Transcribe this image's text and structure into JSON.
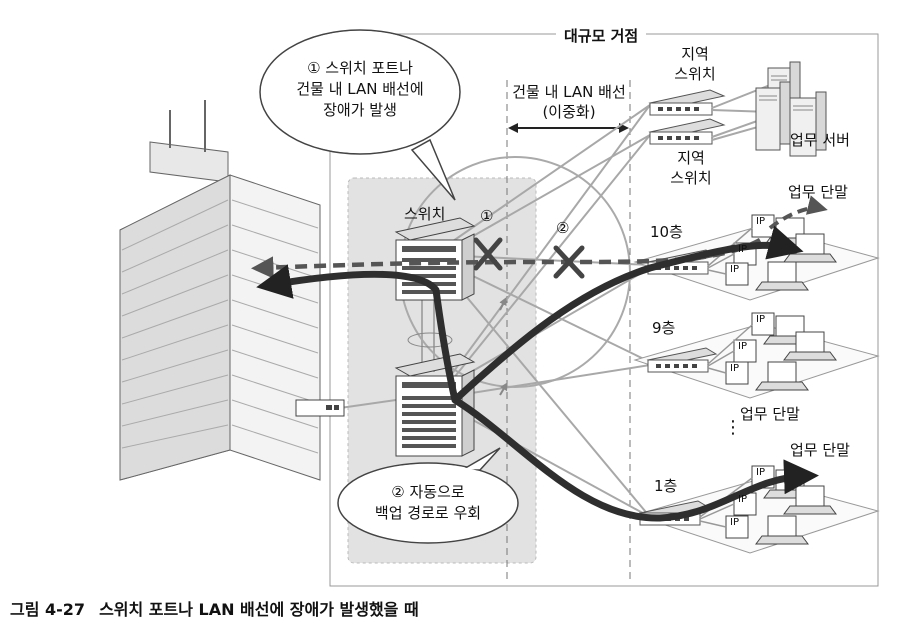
{
  "site_label": "대규모 거점",
  "callout_fault": [
    "① 스위치 포트나",
    "건물 내 LAN 배선에",
    "장애가 발생"
  ],
  "callout_reroute": [
    "② 자동으로",
    "백업 경로로 우회"
  ],
  "lan_wiring": [
    "건물 내 LAN 배선",
    "(이중화)"
  ],
  "regional_switch_top": [
    "지역",
    "스위치"
  ],
  "regional_switch_bottom": [
    "지역",
    "스위치"
  ],
  "business_server": "업무 서버",
  "switch_label": "스위치",
  "marker_1": "①",
  "marker_2": "②",
  "floors": [
    "10층",
    "9층",
    "1층"
  ],
  "terminal_labels": [
    "업무 단말",
    "업무 단말",
    "업무 단말"
  ],
  "ip_label": "IP",
  "ellipsis": "⋮",
  "caption": {
    "number": "그림 4-27",
    "title": "스위치 포트나 LAN 배선에 장애가 발생했을 때"
  },
  "colors": {
    "primary_path": "#333333",
    "backup_path": "#555555",
    "fault": "#444444",
    "zone": "#e2e2e2"
  }
}
